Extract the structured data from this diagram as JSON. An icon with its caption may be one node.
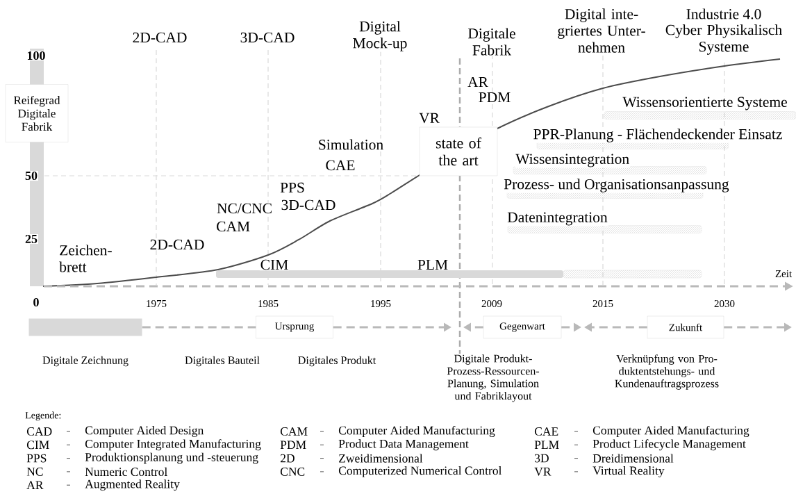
{
  "diagram": {
    "nodes": [
      {
        "text": [
          "Reifegrad Digitale Fabrik"
        ]
      },
      {
        "text": [
          "state of the art"
        ]
      },
      {
        "text": [],
        "shape": "bar"
      },
      {
        "text": [
          "Ursprung"
        ]
      },
      {
        "text": [
          "Gegenwart"
        ]
      },
      {
        "text": [
          "Zukunft"
        ]
      }
    ],
    "edges": [
      {
        "from": 2,
        "to": 3,
        "arrow": "none",
        "style": "dashed"
      },
      {
        "from": 3,
        "to": null,
        "arrow": "to",
        "style": "dashed"
      },
      {
        "from": 4,
        "to": null,
        "arrow": "to",
        "style": "dashed"
      },
      {
        "from": 4,
        "to": null,
        "arrow": "to",
        "style": "dashed"
      },
      {
        "from": 5,
        "to": null,
        "arrow": "to",
        "style": "dashed"
      },
      {
        "from": 5,
        "to": null,
        "arrow": "to",
        "style": "dashed"
      }
    ],
    "labels": [
      "2D-CAD",
      "3D-CAD",
      "Digital Mock-up",
      "Digitale Fabrik",
      "Digital inte- griertes Unter- nehmen",
      "Industrie 4.0",
      "Cyber Physikalisch Systeme",
      "100",
      "AR",
      "PDM",
      "Wissensorientierte Systeme",
      "VR",
      "PPR-Planung - Flächendeckender Einsatz",
      "Simulation",
      "CAE",
      "Wissensintegration",
      "50",
      "PPS",
      "Prozess- und Organisationsanpassung",
      "NC/CNC",
      "3D-CAD",
      "Datenintegration",
      "CAM",
      "25",
      "2D-CAD",
      "Zeichen- brett",
      "CIM",
      "PLM",
      "Zeit",
      "0",
      "1975",
      "1985",
      "1995",
      "2009",
      "2015",
      "2030",
      "Digitale Zeichnung",
      "Digitales Bauteil",
      "Digitales Produkt",
      "Digitale Produkt- Prozess-Ressourcen- Planung, Simulation und Fabriklayout",
      "Verknüpfung von Pro- duktentstehungs- und Kundenauftragsprozess",
      "Legende:",
      "CAD",
      "Computer Aided Design",
      "CAM",
      "Computer Aided Manufacturing",
      "CAE",
      "Computer Aided Manufacturing",
      "CIM",
      "Computer Integrated Manufacturing",
      "PDM",
      "Product Data Management",
      "PLM",
      "Product Lifecycle Management",
      "PPS",
      "Produktionsplanung und -steuerung",
      "2D",
      "Zweidimensional",
      "3D",
      "Dreidimensional",
      "NC",
      "Numeric Control",
      "CNC",
      "Computerized Numerical Control",
      "VR",
      "Virtual Reality",
      "AR",
      "Augmented Reality"
    ]
  }
}
